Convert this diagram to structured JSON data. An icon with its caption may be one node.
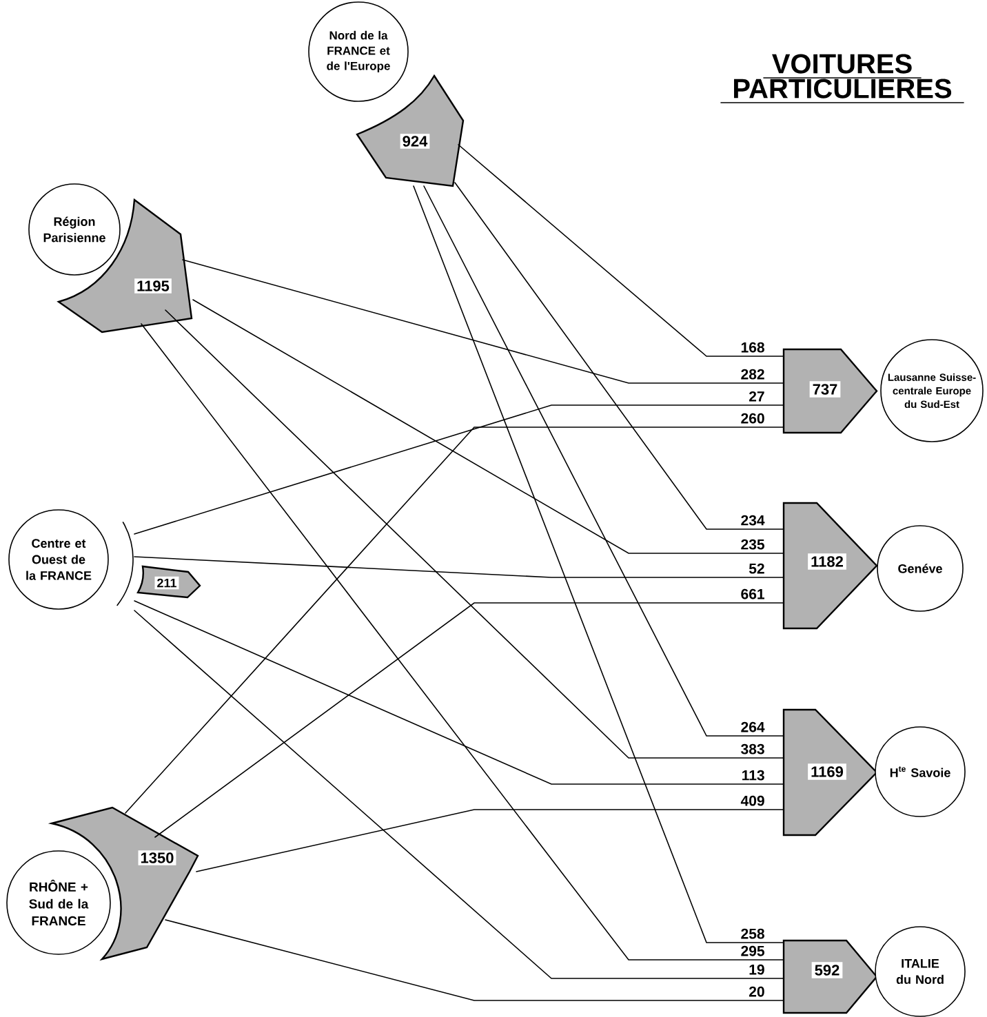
{
  "diagram": {
    "title": "VOITURES PARTICULIERES",
    "nodes": [
      {
        "text": [
          "Nord de la FRANCE et de l'Europe"
        ]
      },
      {
        "text": [
          "924"
        ]
      },
      {
        "text": [
          "Région Parisienne"
        ]
      },
      {
        "text": [
          "1195"
        ]
      },
      {
        "text": [
          "Centre et Ouest de la FRANCE"
        ]
      },
      {
        "text": [
          "211"
        ]
      },
      {
        "text": [
          "RHÔNE + Sud de la FRANCE"
        ]
      },
      {
        "text": [
          "1350"
        ]
      },
      {
        "text": [
          "737"
        ]
      },
      {
        "text": [
          "Lausanne Suisse-centrale Europe du Sud-Est"
        ]
      },
      {
        "text": [
          "1182"
        ]
      },
      {
        "text": [
          "Genéve"
        ]
      },
      {
        "text": [
          "1169"
        ]
      },
      {
        "text": [
          "H$^{te}$ Savoie"
        ]
      },
      {
        "text": [
          "592"
        ]
      },
      {
        "text": [
          "ITALIE du Nord"
        ]
      }
    ],
    "edges": [
      {
        "from": 1,
        "to": 8,
        "arrow": "none",
        "label": "168"
      },
      {
        "from": 3,
        "to": 8,
        "arrow": "none",
        "label": "282"
      },
      {
        "from": 4,
        "to": 8,
        "arrow": "none",
        "label": "27"
      },
      {
        "from": 7,
        "to": 8,
        "arrow": "none",
        "label": "260"
      },
      {
        "from": 1,
        "to": 10,
        "arrow": "none",
        "label": "234"
      },
      {
        "from": 3,
        "to": 10,
        "arrow": "none",
        "label": "235"
      },
      {
        "from": 4,
        "to": 10,
        "arrow": "none",
        "label": "52"
      },
      {
        "from": 7,
        "to": 10,
        "arrow": "none",
        "label": "661"
      },
      {
        "from": 1,
        "to": 12,
        "arrow": "none",
        "label": "264"
      },
      {
        "from": 3,
        "to": 12,
        "arrow": "none",
        "label": "383"
      },
      {
        "from": 4,
        "to": 12,
        "arrow": "none",
        "label": "113"
      },
      {
        "from": 7,
        "to": 12,
        "arrow": "none",
        "label": "409"
      },
      {
        "from": 1,
        "to": 14,
        "arrow": "none",
        "label": "258"
      },
      {
        "from": 3,
        "to": 14,
        "arrow": "none",
        "label": "295"
      },
      {
        "from": 4,
        "to": 14,
        "arrow": "none",
        "label": "19"
      },
      {
        "from": 7,
        "to": 14,
        "arrow": "none",
        "label": "20"
      }
    ]
  }
}
